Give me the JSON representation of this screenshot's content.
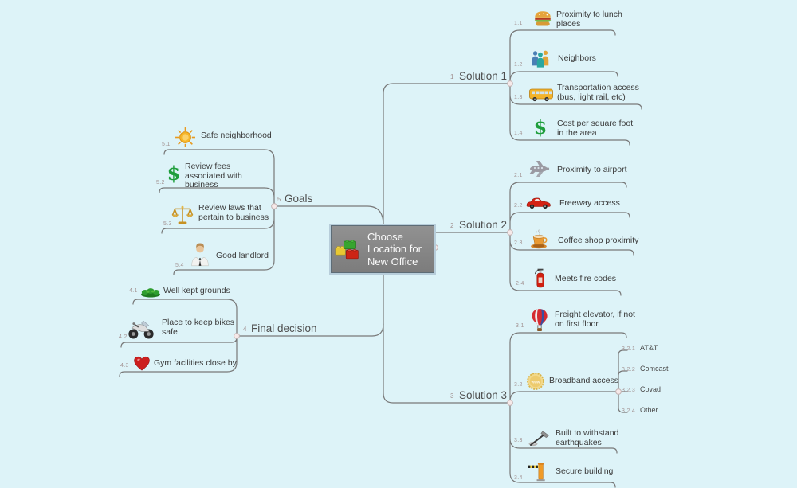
{
  "app": {
    "background_color": "#ddf3f8",
    "line_color": "#777777",
    "handle_color": "#f6e9e9"
  },
  "central_topic": {
    "title": "Choose Location for New Office",
    "title_lines": [
      "Choose",
      "Location for",
      "New Office"
    ],
    "icon": "lego-bricks-icon",
    "fill_color": "#868686"
  },
  "branches": [
    {
      "number": "1",
      "label": "Solution 1",
      "subtopics": [
        {
          "number": "1.1",
          "label": "Proximity to lunch places",
          "icon": "hamburger-icon"
        },
        {
          "number": "1.2",
          "label": "Neighbors",
          "icon": "people-icon"
        },
        {
          "number": "1.3",
          "label": "Transportation access (bus, light rail, etc)",
          "icon": "bus-icon"
        },
        {
          "number": "1.4",
          "label": "Cost per square foot in the area",
          "icon": "dollar-icon"
        }
      ]
    },
    {
      "number": "2",
      "label": "Solution 2",
      "subtopics": [
        {
          "number": "2.1",
          "label": "Proximity to airport",
          "icon": "airplane-icon"
        },
        {
          "number": "2.2",
          "label": "Freeway access",
          "icon": "car-icon"
        },
        {
          "number": "2.3",
          "label": "Coffee shop proximity",
          "icon": "coffee-cup-icon"
        },
        {
          "number": "2.4",
          "label": "Meets fire codes",
          "icon": "fire-extinguisher-icon"
        }
      ]
    },
    {
      "number": "3",
      "label": "Solution 3",
      "subtopics": [
        {
          "number": "3.1",
          "label": "Freight elevator, if not on first floor",
          "icon": "hot-air-balloon-icon"
        },
        {
          "number": "3.2",
          "label": "Broadband access",
          "icon": "gold-seal-icon",
          "children": [
            {
              "number": "3.2.1",
              "label": "AT&T"
            },
            {
              "number": "3.2.2",
              "label": "Comcast"
            },
            {
              "number": "3.2.3",
              "label": "Covad"
            },
            {
              "number": "3.2.4",
              "label": "Other"
            }
          ]
        },
        {
          "number": "3.3",
          "label": "Built to withstand earthquakes",
          "icon": "hammer-icon"
        },
        {
          "number": "3.4",
          "label": "Secure building",
          "icon": "security-gate-icon"
        }
      ]
    },
    {
      "number": "4",
      "label": "Final decision",
      "subtopics": [
        {
          "number": "4.1",
          "label": "Well kept grounds",
          "icon": "grass-icon"
        },
        {
          "number": "4.2",
          "label": "Place to keep bikes safe",
          "icon": "motorcycle-icon"
        },
        {
          "number": "4.3",
          "label": "Gym facilities close by",
          "icon": "heart-icon"
        }
      ]
    },
    {
      "number": "5",
      "label": "Goals",
      "subtopics": [
        {
          "number": "5.1",
          "label": "Safe neighborhood",
          "icon": "sun-icon"
        },
        {
          "number": "5.2",
          "label": "Review fees associated with business",
          "icon": "dollar-icon"
        },
        {
          "number": "5.3",
          "label": "Review laws that pertain to business",
          "icon": "scales-icon"
        },
        {
          "number": "5.4",
          "label": "Good landlord",
          "icon": "landlord-icon"
        }
      ]
    }
  ]
}
